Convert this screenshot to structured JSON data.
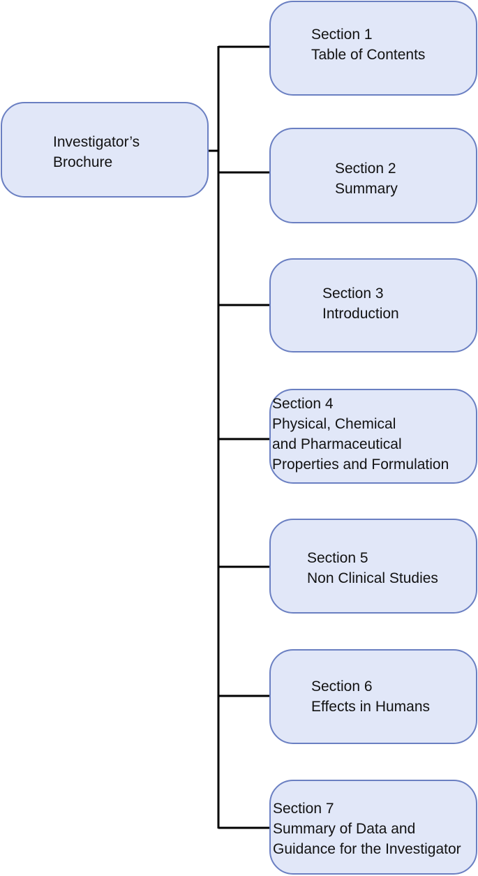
{
  "diagram": {
    "root": {
      "line1": "Investigator’s",
      "line2": "Brochure"
    },
    "sections": [
      {
        "line1": "Section 1",
        "line2": "Table of Contents"
      },
      {
        "line1": "Section 2",
        "line2": "Summary"
      },
      {
        "line1": "Section 3",
        "line2": "Introduction"
      },
      {
        "line1": "Section 4",
        "line2": "Physical, Chemical",
        "line3": "and Pharmaceutical",
        "line4": "Properties and Formulation"
      },
      {
        "line1": "Section 5",
        "line2": "Non Clinical Studies"
      },
      {
        "line1": "Section 6",
        "line2": "Effects in Humans"
      },
      {
        "line1": "Section 7",
        "line2": "Summary of Data and",
        "line3": "Guidance for the Investigator"
      }
    ],
    "colors": {
      "box_fill": "#e1e7f8",
      "box_border": "#6a7fc2",
      "connector": "#000000"
    }
  }
}
